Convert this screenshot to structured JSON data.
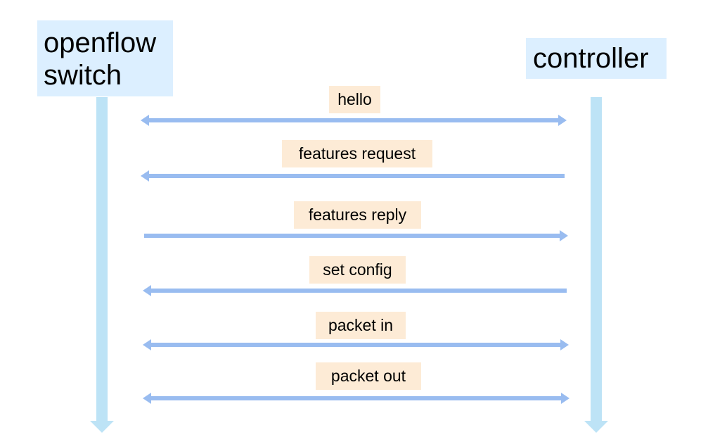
{
  "actors": {
    "left": {
      "line1": "openflow",
      "line2": "switch"
    },
    "right": {
      "label": "controller"
    }
  },
  "colors": {
    "lifeline": "#bde3f6",
    "arrow": "#99bcf0",
    "actor_bg": "#dcefff",
    "label_bg": "#fdebd6"
  },
  "messages": [
    {
      "label": "hello",
      "direction": "both"
    },
    {
      "label": "features request",
      "direction": "to-switch"
    },
    {
      "label": "features reply",
      "direction": "to-controller"
    },
    {
      "label": "set config",
      "direction": "to-switch"
    },
    {
      "label": "packet in",
      "direction": "both"
    },
    {
      "label": "packet out",
      "direction": "both"
    }
  ]
}
